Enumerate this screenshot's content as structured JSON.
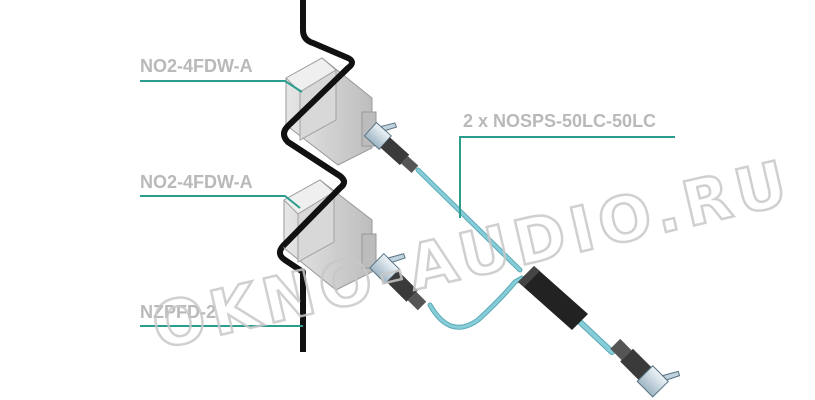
{
  "labels": {
    "box_top": "NO2-4FDW-A",
    "box_bottom": "NO2-4FDW-A",
    "panel": "NZPFD-2",
    "cable": "2 x NOSPS-50LC-50LC"
  },
  "watermark": "OKNO-AUDIO.RU",
  "colors": {
    "leader_line": "#2a9d8f",
    "cable": "#86cdd8",
    "cable_outline": "#5aa9b8",
    "panel_line": "#111111",
    "box_face": "#cfcfcf",
    "label_text": "#b9b9b9",
    "sleeve": "#222222"
  }
}
